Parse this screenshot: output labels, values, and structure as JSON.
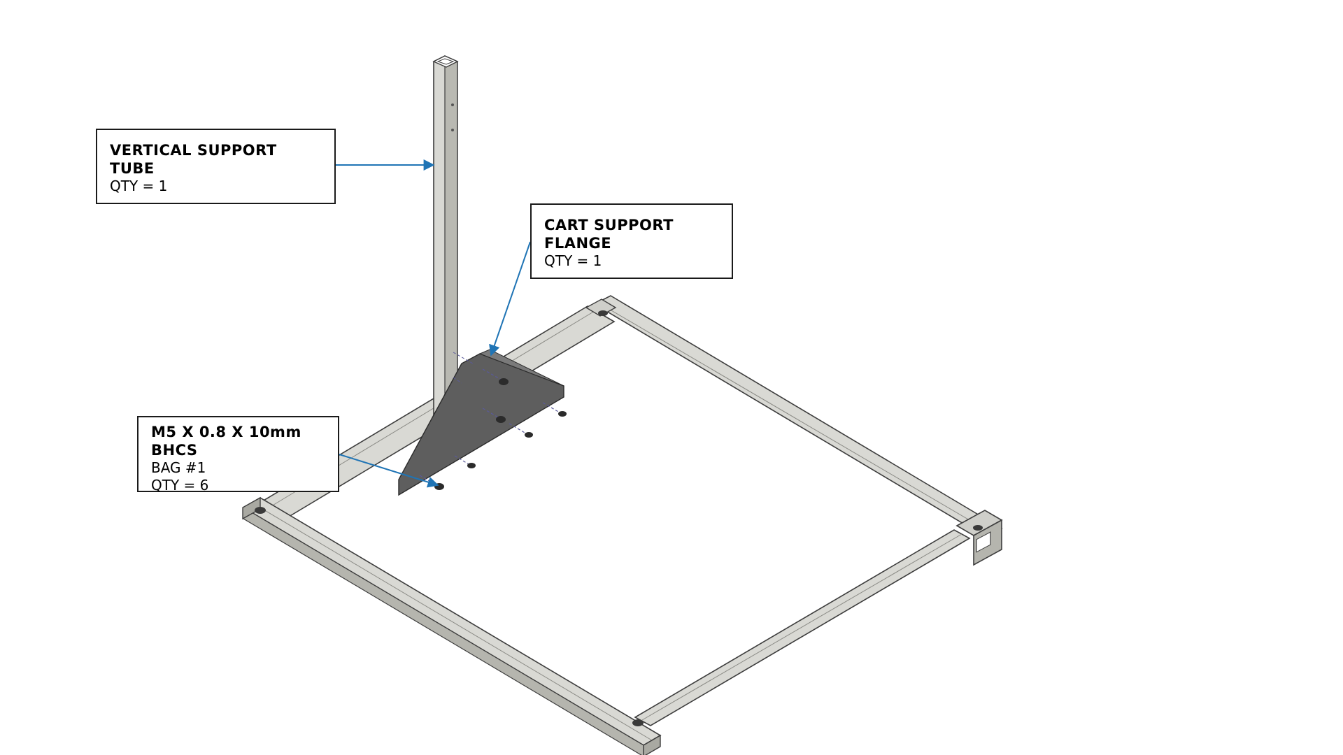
{
  "callouts": {
    "vertical_tube": {
      "title": "VERTICAL SUPPORT\nTUBE",
      "qty": "QTY = 1"
    },
    "flange": {
      "title": "CART SUPPORT\nFLANGE",
      "qty": "QTY = 1"
    },
    "bolts": {
      "title": "M5 X 0.8 X 10mm\nBHCS",
      "bag": "BAG #1",
      "qty": "QTY = 6"
    }
  },
  "colors": {
    "leader_arrow": "#1f74b5",
    "tube_face_light": "#d9d9d4",
    "tube_face_mid": "#b5b5ae",
    "tube_edge": "#3d3d3d",
    "flange": "#5e5e5e",
    "box_border": "#1a1a1a"
  }
}
